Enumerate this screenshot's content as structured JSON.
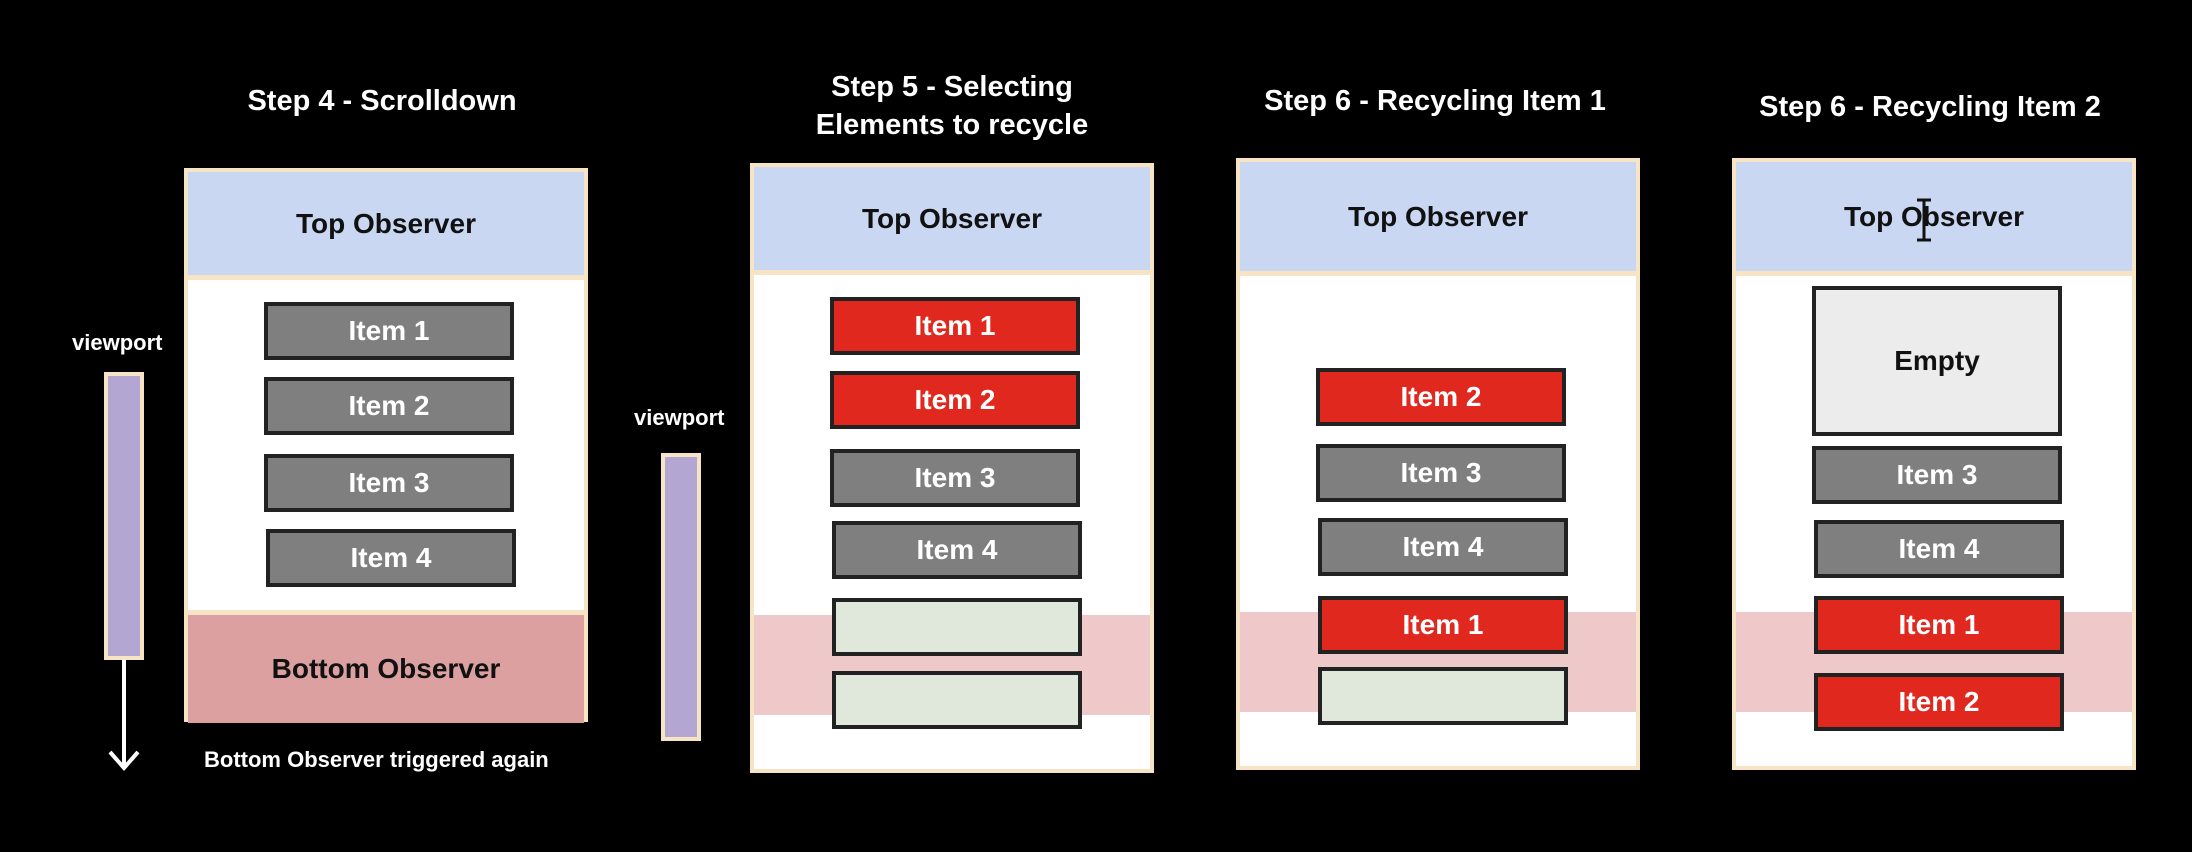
{
  "titles": {
    "step4": "Step 4 - Scrolldown",
    "step5_line1": "Step 5 - Selecting",
    "step5_line2": "Elements to recycle",
    "step6a": "Step 6 - Recycling Item 1",
    "step6b": "Step 6 - Recycling Item 2"
  },
  "labels": {
    "top_observer": "Top Observer",
    "bottom_observer": "Bottom Observer",
    "viewport": "viewport",
    "empty": "Empty",
    "caption": "Bottom Observer triggered again"
  },
  "panels": {
    "step4": [
      "Item 1",
      "Item 2",
      "Item 3",
      "Item 4"
    ],
    "step5": [
      "Item 1",
      "Item 2",
      "Item 3",
      "Item 4"
    ],
    "step6a": [
      "Item 2",
      "Item 3",
      "Item 4",
      "Item 1"
    ],
    "step6b": [
      "Item 3",
      "Item 4",
      "Item 1",
      "Item 2"
    ]
  },
  "colors": {
    "item_gray": "#7f7f7f",
    "item_red": "#e0281e",
    "item_placeholder": "#dfe8da",
    "top_observer": "#c9d7f3",
    "bottom_observer": "#dca0a1",
    "viewport": "#b3a6d3"
  }
}
